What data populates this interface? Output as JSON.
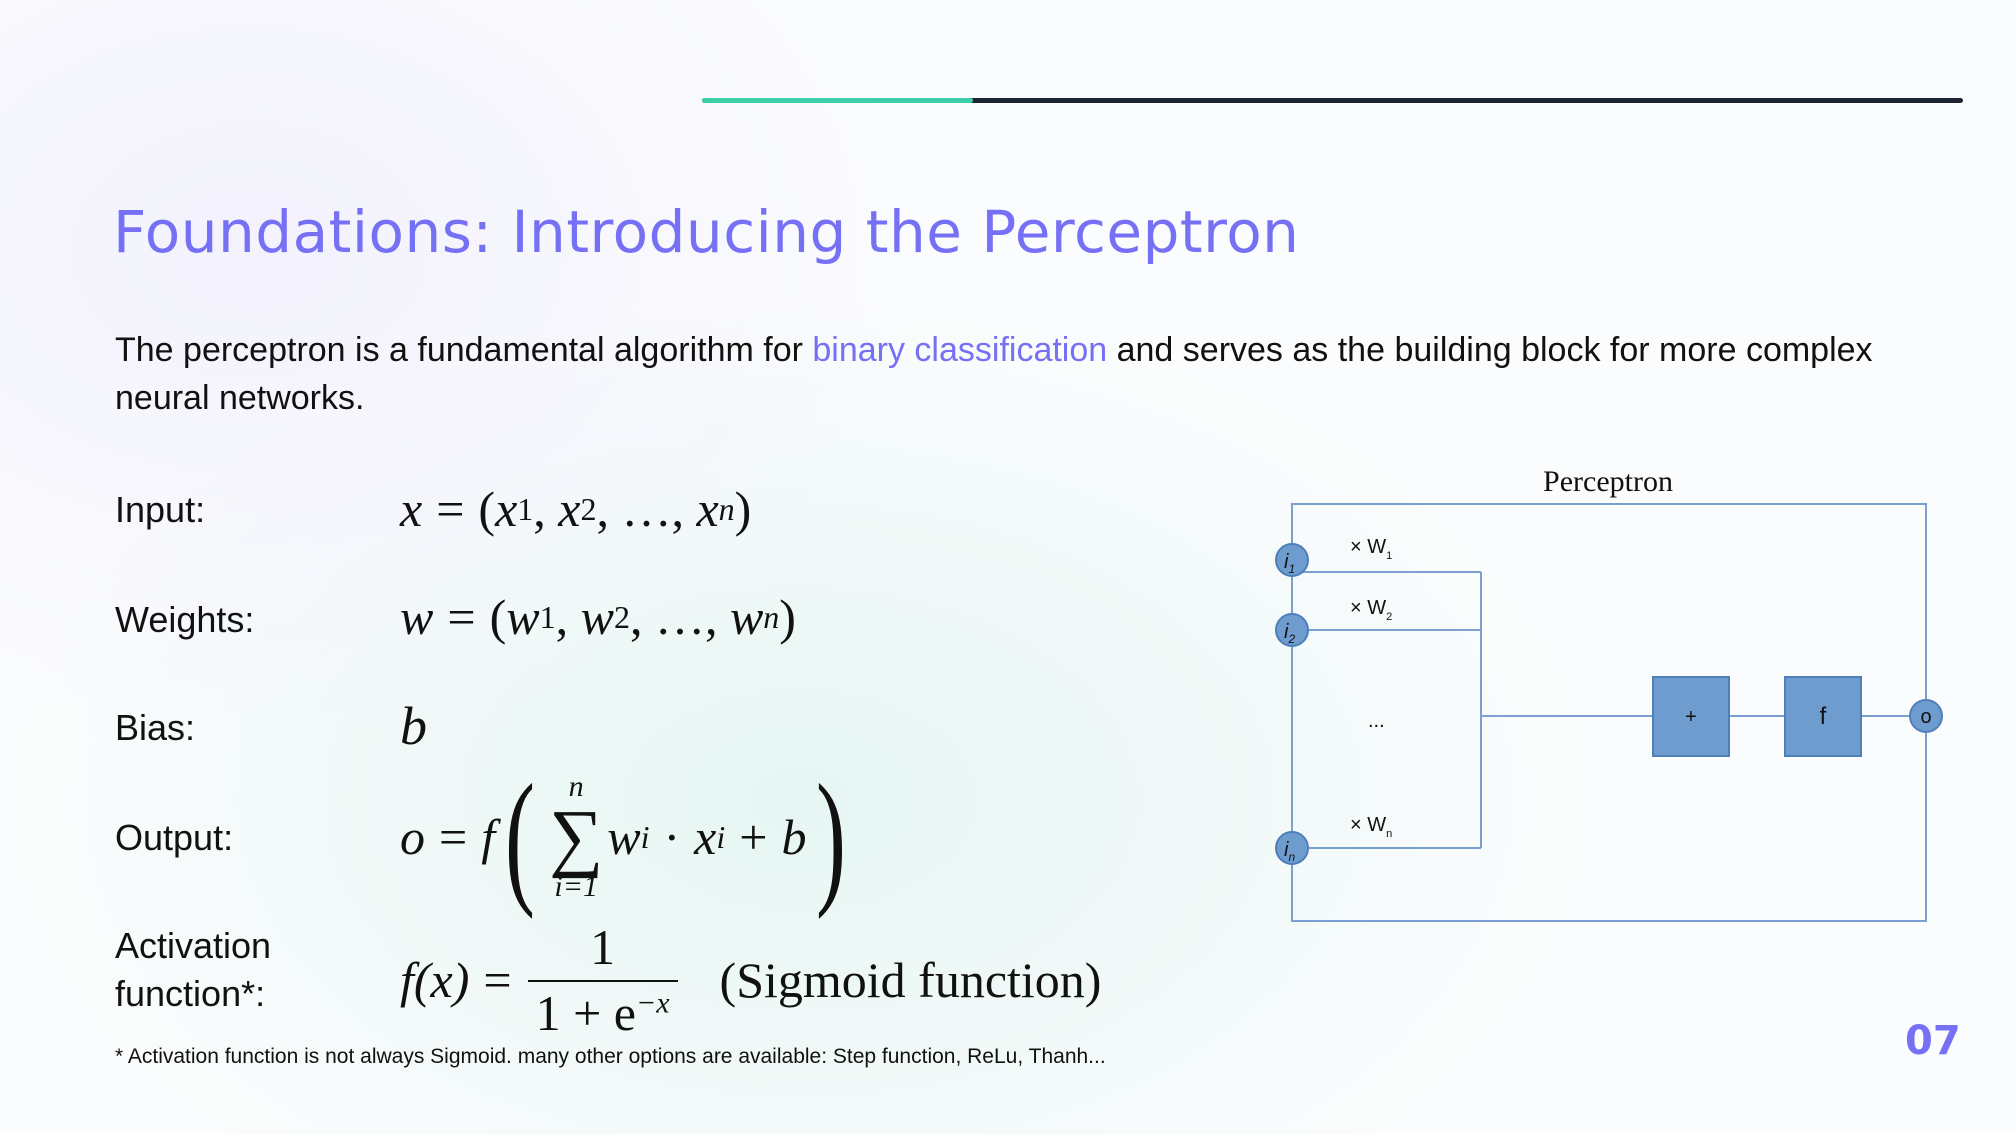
{
  "progress": {
    "value_percent": 21.5,
    "fill_color": "#3ecfa8",
    "track_color": "#1f2633"
  },
  "title": "Foundations: Introducing the Perceptron",
  "intro": {
    "before": "The perceptron is a fundamental algorithm for ",
    "highlight": "binary classification",
    "after": " and serves as the building block for more complex neural networks."
  },
  "rows": {
    "input": {
      "label": "Input:",
      "lhs": "x",
      "eq": "=",
      "open": "(",
      "v1": "x",
      "s1": "1",
      "comma": ",",
      "v2": "x",
      "s2": "2",
      "dots": "…",
      "vn": "x",
      "sn": "n",
      "close": ")"
    },
    "weights": {
      "label": "Weights:",
      "lhs": "w",
      "eq": "=",
      "open": "(",
      "v1": "w",
      "s1": "1",
      "comma": ",",
      "v2": "w",
      "s2": "2",
      "dots": "…",
      "vn": "w",
      "sn": "n",
      "close": ")"
    },
    "bias": {
      "label": "Bias:",
      "symbol": "b"
    },
    "output": {
      "label": "Output:",
      "lhs": "o",
      "eq": "=",
      "f": "f",
      "open": "(",
      "sum_top": "n",
      "sigma": "∑",
      "sum_bottom": "i=1",
      "w": "w",
      "wi": "i",
      "dot": "·",
      "x": "x",
      "xi": "i",
      "plus": "+",
      "b": "b",
      "close": ")"
    },
    "activation": {
      "label_line1": "Activation",
      "label_line2": "function*:",
      "lhs": "f(x)",
      "eq": "=",
      "numerator": "1",
      "den_base": "1 + e",
      "den_exp": "−x",
      "note": "(Sigmoid function)"
    }
  },
  "footnote": "* Activation function is not always Sigmoid. many other options are available: Step function, ReLu, Thanh...",
  "page_number": "07",
  "diagram": {
    "title": "Perceptron",
    "inputs": [
      {
        "i": "i",
        "sub": "1"
      },
      {
        "i": "i",
        "sub": "2"
      },
      {
        "i": "i",
        "sub": "n"
      }
    ],
    "weights": [
      {
        "x": "× W",
        "sub": "1"
      },
      {
        "x": "× W",
        "sub": "2"
      },
      {
        "x": "× W",
        "sub": "n"
      }
    ],
    "ellipsis": "...",
    "sum_block": "+",
    "activation_block": "f",
    "output_node": "o",
    "color": "#6f9ccf",
    "line_color": "#7a9fd0"
  }
}
